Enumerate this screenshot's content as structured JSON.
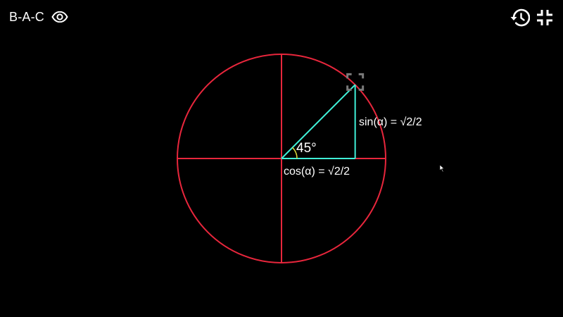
{
  "toolbar": {
    "title": "B-A-C",
    "visibility_icon": "eye-icon",
    "history_icon": "history-icon",
    "exit_fullscreen_icon": "fullscreen-exit-icon"
  },
  "figure": {
    "angle_label": "45°",
    "sin_label": "sin(α) = √2/2",
    "cos_label": "cos(α) = √2/2",
    "angle_degrees": 45,
    "handle_icon": "resize-handle-icon"
  },
  "colors": {
    "background": "#000000",
    "circle": "#e8263c",
    "axes": "#e8263c",
    "triangle": "#3ff0d8",
    "angle_arc": "#d9d93a",
    "text": "#ffffff",
    "handle": "#7a7a7a"
  }
}
